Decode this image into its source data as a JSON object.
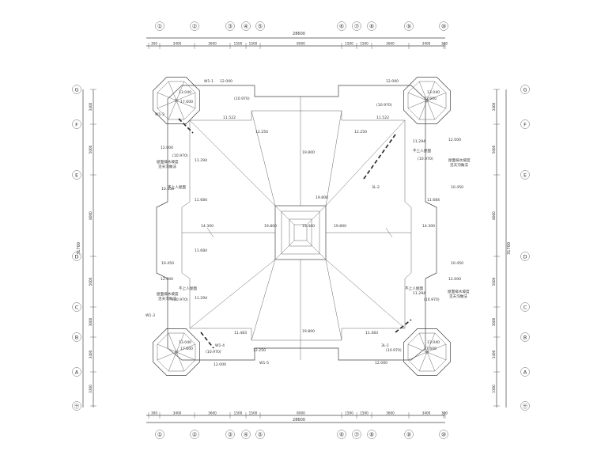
{
  "drawing": {
    "top_axes": [
      "①",
      "②",
      "③",
      "④",
      "⑤",
      "⑥",
      "⑦",
      "⑧",
      "⑨",
      "⑩"
    ],
    "bottom_axes": [
      "①",
      "②",
      "③",
      "④",
      "⑤",
      "⑥",
      "⑦",
      "⑧",
      "⑨",
      "⑩"
    ],
    "row_axes": [
      "G",
      "F",
      "E",
      "D",
      "C",
      "B",
      "A",
      "㊉"
    ],
    "top_dims": [
      "300",
      "3400",
      "3600",
      "1500",
      "1500",
      "8000",
      "1500",
      "1500",
      "3600",
      "3400",
      "300"
    ],
    "bottom_dims": [
      "300",
      "3400",
      "3600",
      "1500",
      "1500",
      "8000",
      "1500",
      "1500",
      "3600",
      "3400",
      "300"
    ],
    "total_width": "28600",
    "left_dims": [
      "3400",
      "5000",
      "8000",
      "5000",
      "3000",
      "3400",
      "3300"
    ],
    "right_dims": [
      "3400",
      "5000",
      "8000",
      "5000",
      "3000",
      "3400",
      "3300"
    ],
    "total_height": "31700",
    "elevations": {
      "e12000": "12.000",
      "e10970": "(10.970)",
      "e11522": "11.522",
      "e12250": "12.250",
      "e11294": "11.294",
      "e10450": "10.450",
      "e11684": "11.684",
      "e14300": "14.300",
      "e19800": "19.800",
      "e15400": "15.400",
      "e11483": "11.483",
      "e13040": "13.040",
      "e17600": "17.600"
    },
    "notes": {
      "roof_access": "不上人屋面",
      "gutter": "屋面排水坡度",
      "gutter2": "见天沟做法"
    },
    "section_marks": [
      "W1-1",
      "W1-2",
      "W1-3",
      "W1-4",
      "W1-5",
      "3L-1",
      "3L-2"
    ]
  }
}
